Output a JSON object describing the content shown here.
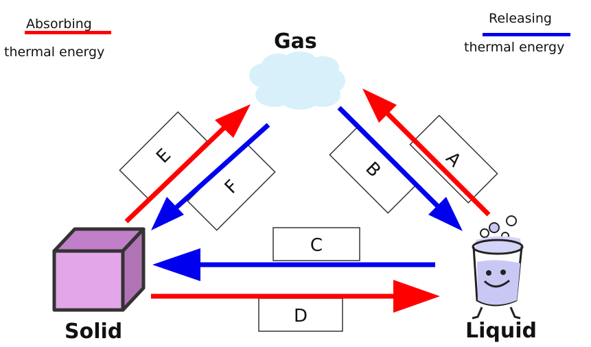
{
  "colors": {
    "absorbing": "#ff0000",
    "releasing": "#0000ee",
    "cube_front": "#e3a6e8",
    "cube_top": "#c27fc9",
    "cube_side": "#b074b6",
    "cloud": "#d8f0fa",
    "beaker_liquid": "#c9c8f5"
  },
  "legend": {
    "absorbing": {
      "label": "Absorbing",
      "sub": "thermal energy"
    },
    "releasing": {
      "label": "Releasing",
      "sub": "thermal energy"
    }
  },
  "states": {
    "gas": "Gas",
    "solid": "Solid",
    "liquid": "Liquid"
  },
  "transitions": {
    "A": "A",
    "B": "B",
    "C": "C",
    "D": "D",
    "E": "E",
    "F": "F"
  }
}
